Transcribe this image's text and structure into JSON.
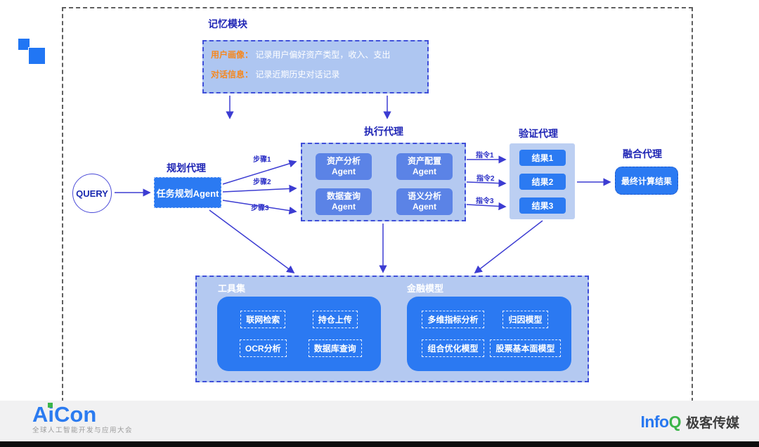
{
  "memory": {
    "title": "记忆模块",
    "line1_label": "用户画像：",
    "line1_text": "记录用户偏好资产类型，收入、支出",
    "line2_label": "对话信息：",
    "line2_text": "记录近期历史对话记录"
  },
  "planning": {
    "title": "规划代理",
    "query_label": "QUERY",
    "agent_label": "任务规划Agent",
    "step1": "步骤1",
    "step2": "步骤2",
    "step3": "步骤3"
  },
  "execution": {
    "title": "执行代理",
    "agents": [
      {
        "line1": "资产分析",
        "line2": "Agent"
      },
      {
        "line1": "资产配置",
        "line2": "Agent"
      },
      {
        "line1": "数据查询",
        "line2": "Agent"
      },
      {
        "line1": "语义分析",
        "line2": "Agent"
      }
    ]
  },
  "verification": {
    "title": "验证代理",
    "cmd1": "指令1",
    "cmd2": "指令2",
    "cmd3": "指令3",
    "results": [
      "结果1",
      "结果2",
      "结果3"
    ]
  },
  "fusion": {
    "title": "融合代理",
    "result_label": "最终计算结果"
  },
  "toolset": {
    "title": "工具集",
    "tools": [
      "联网检索",
      "持仓上传",
      "OCR分析",
      "数据库查询"
    ]
  },
  "models": {
    "title": "金融模型",
    "items": [
      "多维指标分析",
      "归因模型",
      "组合优化模型",
      "股票基本面模型"
    ]
  },
  "footer": {
    "aicon_a": "A",
    "aicon_i": "i",
    "aicon_con": "Con",
    "aicon_subtitle": "全球人工智能开发与应用大会",
    "infoq_info": "Info",
    "infoq_q": "Q",
    "infoq_media": "极客传媒"
  },
  "colors": {
    "accent_blue": "#2b7af2",
    "medium_blue": "#5b83e6",
    "light_blue_container": "#b4c9f1",
    "navy_title": "#1f25b5",
    "orange_key": "#f5881f",
    "green_accent": "#3cb54a",
    "arrow_blue": "#3c3cd2",
    "frame_gray": "#5f5f5f"
  }
}
